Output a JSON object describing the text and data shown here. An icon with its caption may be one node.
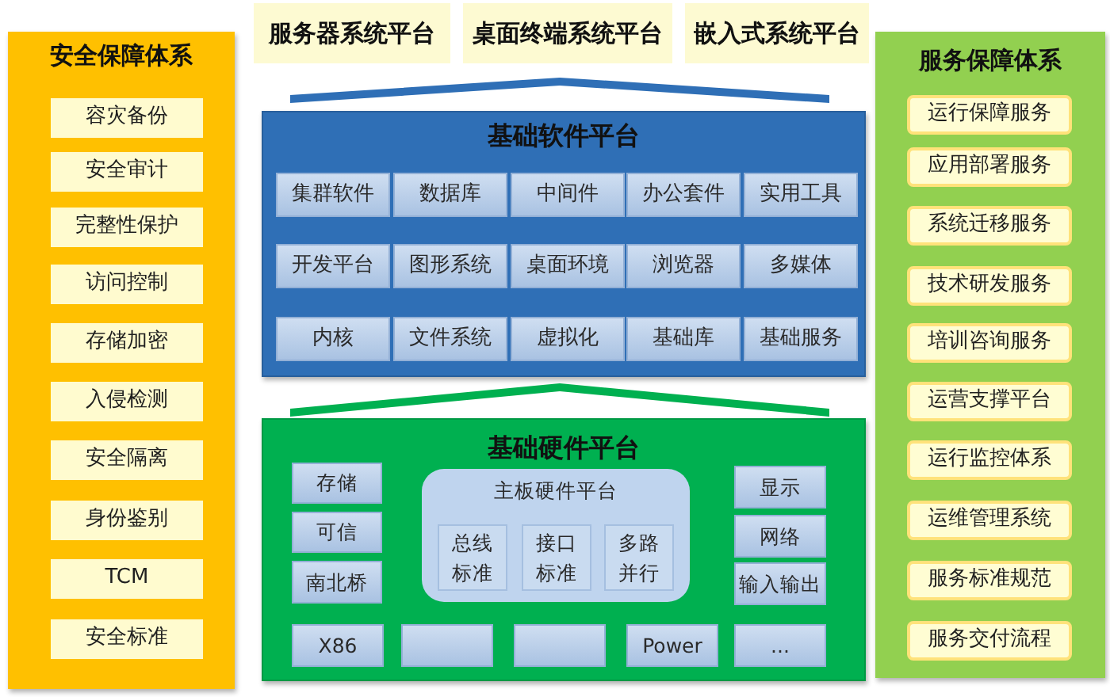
{
  "diagram": {
    "nodes": [
      {
        "text": [
          "安全保障体系"
        ]
      },
      {
        "text": [
          "容灾备份"
        ],
        "in": 0
      },
      {
        "text": [
          "安全审计"
        ],
        "in": 0
      },
      {
        "text": [
          "完整性保护"
        ],
        "in": 0
      },
      {
        "text": [
          "访问控制"
        ],
        "in": 0
      },
      {
        "text": [
          "存储加密"
        ],
        "in": 0
      },
      {
        "text": [
          "入侵检测"
        ],
        "in": 0
      },
      {
        "text": [
          "安全隔离"
        ],
        "in": 0
      },
      {
        "text": [
          "身份鉴别"
        ],
        "in": 0
      },
      {
        "text": [
          "TCM"
        ],
        "in": 0
      },
      {
        "text": [
          "安全标准"
        ],
        "in": 0
      },
      {
        "text": [
          "服务器系统平台"
        ]
      },
      {
        "text": [
          "桌面终端系统平台"
        ]
      },
      {
        "text": [
          "嵌入式系统平台"
        ]
      },
      {
        "text": [],
        "shape": "chevron"
      },
      {
        "text": [
          "基础软件平台"
        ]
      },
      {
        "text": [
          "集群软件"
        ],
        "in": 15
      },
      {
        "text": [
          "数据库"
        ],
        "in": 15
      },
      {
        "text": [
          "中间件"
        ],
        "in": 15
      },
      {
        "text": [
          "办公套件"
        ],
        "in": 15
      },
      {
        "text": [
          "实用工具"
        ],
        "in": 15
      },
      {
        "text": [
          "开发平台"
        ],
        "in": 15
      },
      {
        "text": [
          "图形系统"
        ],
        "in": 15
      },
      {
        "text": [
          "桌面环境"
        ],
        "in": 15
      },
      {
        "text": [
          "浏览器"
        ],
        "in": 15
      },
      {
        "text": [
          "多媒体"
        ],
        "in": 15
      },
      {
        "text": [
          "内核"
        ],
        "in": 15
      },
      {
        "text": [
          "文件系统"
        ],
        "in": 15
      },
      {
        "text": [
          "虚拟化"
        ],
        "in": 15
      },
      {
        "text": [
          "基础库"
        ],
        "in": 15
      },
      {
        "text": [
          "基础服务"
        ],
        "in": 15
      },
      {
        "text": [],
        "shape": "chevron"
      },
      {
        "text": [
          "基础硬件平台"
        ]
      },
      {
        "text": [
          "存储"
        ],
        "in": 32
      },
      {
        "text": [
          "可信"
        ],
        "in": 32
      },
      {
        "text": [
          "南北桥"
        ],
        "in": 32
      },
      {
        "text": [
          "主板硬件平台"
        ],
        "in": 32
      },
      {
        "text": [
          "总线标准"
        ],
        "in": 36
      },
      {
        "text": [
          "接口标准"
        ],
        "in": 36
      },
      {
        "text": [
          "多路并行"
        ],
        "in": 36
      },
      {
        "text": [
          "显示"
        ],
        "in": 32
      },
      {
        "text": [
          "网络"
        ],
        "in": 32
      },
      {
        "text": [
          "输入输出"
        ],
        "in": 32
      },
      {
        "text": [
          "X86"
        ],
        "in": 32
      },
      {
        "text": [],
        "shape": "box",
        "in": 32
      },
      {
        "text": [],
        "shape": "box",
        "in": 32
      },
      {
        "text": [
          "Power"
        ],
        "in": 32
      },
      {
        "text": [
          "..."
        ],
        "in": 32
      },
      {
        "text": [
          "服务保障体系"
        ]
      },
      {
        "text": [
          "运行保障服务"
        ],
        "in": 48
      },
      {
        "text": [
          "应用部署服务"
        ],
        "in": 48
      },
      {
        "text": [
          "系统迁移服务"
        ],
        "in": 48
      },
      {
        "text": [
          "技术研发服务"
        ],
        "in": 48
      },
      {
        "text": [
          "培训咨询服务"
        ],
        "in": 48
      },
      {
        "text": [
          "运营支撑平台"
        ],
        "in": 48
      },
      {
        "text": [
          "运行监控体系"
        ],
        "in": 48
      },
      {
        "text": [
          "运维管理系统"
        ],
        "in": 48
      },
      {
        "text": [
          "服务标准规范"
        ],
        "in": 48
      },
      {
        "text": [
          "服务交付流程"
        ],
        "in": 48
      }
    ]
  }
}
